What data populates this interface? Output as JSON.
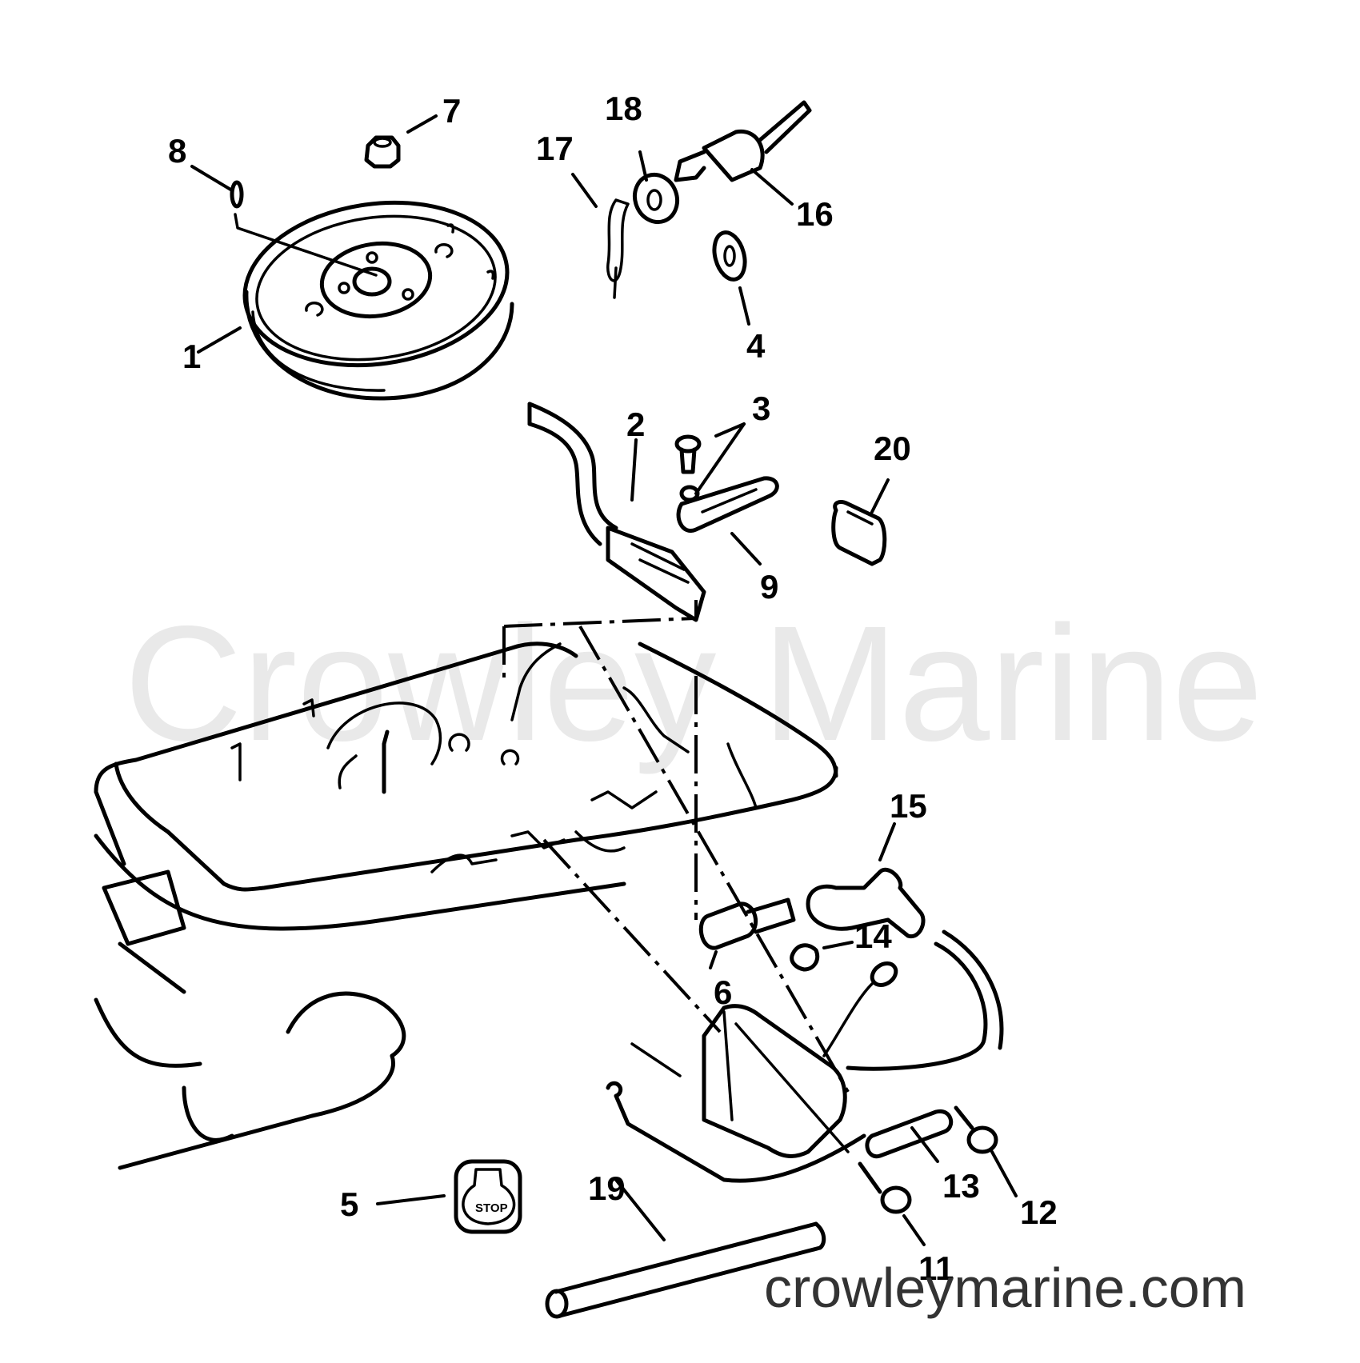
{
  "watermark": "Crowley Marine",
  "site_url": "crowleymarine.com",
  "stop_button_text": "STOP",
  "callouts": [
    {
      "id": "1",
      "label": "1",
      "part": "flywheel"
    },
    {
      "id": "2",
      "label": "2",
      "part": "switch"
    },
    {
      "id": "3",
      "label": "3",
      "part": "screw-and-washer"
    },
    {
      "id": "4",
      "label": "4",
      "part": "washer"
    },
    {
      "id": "5",
      "label": "5",
      "part": "stop-button-decal"
    },
    {
      "id": "6",
      "label": "6",
      "part": "sender"
    },
    {
      "id": "7",
      "label": "7",
      "part": "nut"
    },
    {
      "id": "8",
      "label": "8",
      "part": "key"
    },
    {
      "id": "9",
      "label": "9",
      "part": "bracket"
    },
    {
      "id": "11",
      "label": "11",
      "part": "screw"
    },
    {
      "id": "12",
      "label": "12",
      "part": "screw"
    },
    {
      "id": "13",
      "label": "13",
      "part": "clamp"
    },
    {
      "id": "14",
      "label": "14",
      "part": "plug"
    },
    {
      "id": "15",
      "label": "15",
      "part": "elbow-fitting"
    },
    {
      "id": "16",
      "label": "16",
      "part": "switch-connector"
    },
    {
      "id": "17",
      "label": "17",
      "part": "lanyard-clip"
    },
    {
      "id": "18",
      "label": "18",
      "part": "nut"
    },
    {
      "id": "19",
      "label": "19",
      "part": "tube"
    },
    {
      "id": "20",
      "label": "20",
      "part": "cap"
    }
  ]
}
